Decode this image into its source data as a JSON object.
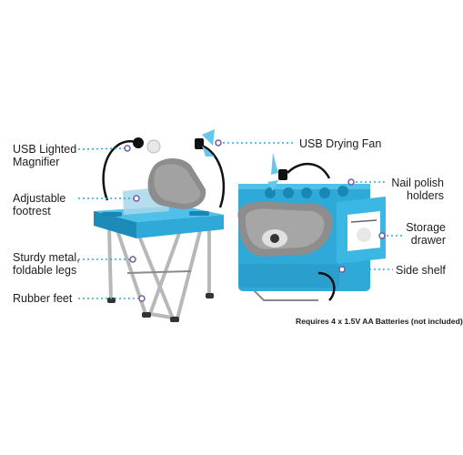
{
  "callouts": {
    "usb_magnifier": "USB Lighted\nMagnifier",
    "adjustable_footrest": "Adjustable\nfootrest",
    "legs": "Sturdy metal,\nfoldable legs",
    "rubber_feet": "Rubber feet",
    "usb_fan": "USB Drying Fan",
    "polish_holders": "Nail polish\nholders",
    "storage_drawer": "Storage\ndrawer",
    "side_shelf": "Side shelf"
  },
  "note": "Requires 4 x 1.5V AA Batteries (not included)",
  "colors": {
    "product_blue": "#2fa9d8",
    "product_blue_dark": "#1c8bb8",
    "footrest_gray": "#8d8d8d",
    "leader_dots": "#2fa9d8",
    "marker_purple": "#7a5a9b"
  }
}
